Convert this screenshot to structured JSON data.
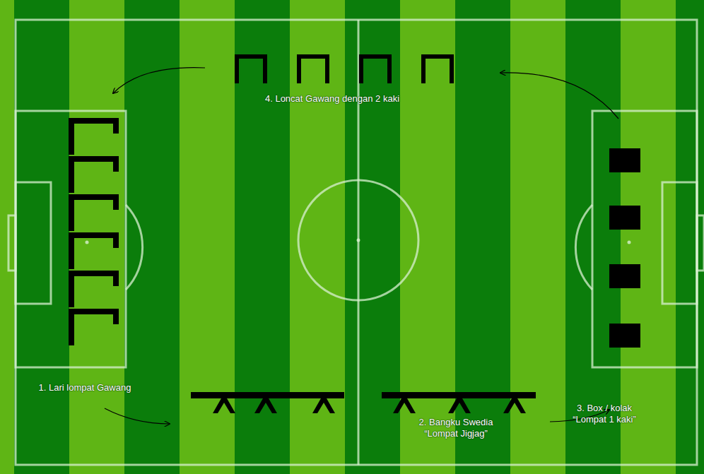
{
  "diagram": {
    "labels": [
      "1. Lari lompat Gawang",
      "2. Bangku Swedia",
      "“Lompat Jigjag”",
      "3. Box / kolak",
      "“Lompat 1 kaki”",
      "4. Loncat Gawang dengan 2 kaki"
    ]
  }
}
